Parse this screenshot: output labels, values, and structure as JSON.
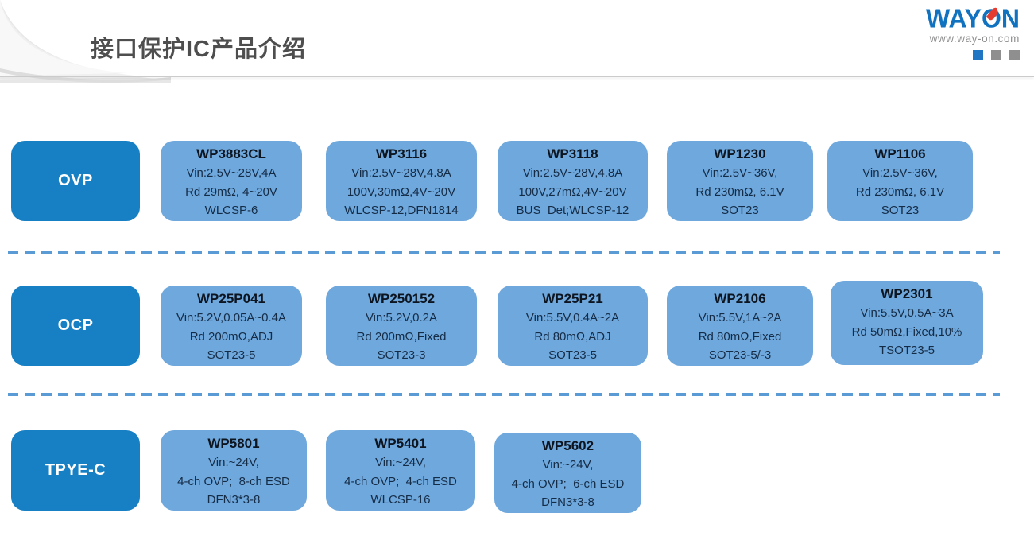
{
  "header": {
    "title": "接口保护IC产品介绍",
    "logo": {
      "name": "WAYON",
      "url": "www.way-on.com"
    }
  },
  "colors": {
    "category_button_blue": "#1780c4",
    "card_blue": "#6fa8dc",
    "dashed_line_blue": "#5b9bd5",
    "logo_blue": "#1173c0",
    "logo_red": "#e63c2f",
    "title_gray": "#4e4e4e"
  },
  "rows": [
    {
      "category": "OVP",
      "cards": [
        {
          "title": "WP3883CL",
          "lines": [
            "Vin:2.5V~28V,4A",
            "Rd 29mΩ, 4~20V",
            "WLCSP-6"
          ]
        },
        {
          "title": "WP3116",
          "lines": [
            "Vin:2.5V~28V,4.8A",
            "100V,30mΩ,4V~20V",
            "WLCSP-12,DFN1814"
          ]
        },
        {
          "title": "WP3118",
          "lines": [
            "Vin:2.5V~28V,4.8A",
            "100V,27mΩ,4V~20V",
            "BUS_Det;WLCSP-12"
          ]
        },
        {
          "title": "WP1230",
          "lines": [
            "Vin:2.5V~36V,",
            "Rd 230mΩ, 6.1V",
            "SOT23"
          ]
        },
        {
          "title": "WP1106",
          "lines": [
            "Vin:2.5V~36V,",
            "Rd 230mΩ, 6.1V",
            "SOT23"
          ]
        }
      ]
    },
    {
      "category": "OCP",
      "cards": [
        {
          "title": "WP25P041",
          "lines": [
            "Vin:5.2V,0.05A~0.4A",
            "Rd 200mΩ,ADJ",
            "SOT23-5"
          ]
        },
        {
          "title": "WP250152",
          "lines": [
            "Vin:5.2V,0.2A",
            "Rd 200mΩ,Fixed",
            "SOT23-3"
          ]
        },
        {
          "title": "WP25P21",
          "lines": [
            "Vin:5.5V,0.4A~2A",
            "Rd 80mΩ,ADJ",
            "SOT23-5"
          ]
        },
        {
          "title": "WP2106",
          "lines": [
            "Vin:5.5V,1A~2A",
            "Rd 80mΩ,Fixed",
            "SOT23-5/-3"
          ]
        },
        {
          "title": "WP2301",
          "lines": [
            "Vin:5.5V,0.5A~3A",
            "Rd 50mΩ,Fixed,10%",
            "TSOT23-5"
          ]
        }
      ]
    },
    {
      "category": "TPYE-C",
      "cards": [
        {
          "title": "WP5801",
          "lines": [
            "Vin:~24V,",
            "4-ch OVP;  8-ch ESD",
            "DFN3*3-8"
          ]
        },
        {
          "title": "WP5401",
          "lines": [
            "Vin:~24V,",
            "4-ch OVP;  4-ch ESD",
            "WLCSP-16"
          ]
        },
        {
          "title": "WP5602",
          "lines": [
            "Vin:~24V,",
            "4-ch OVP;  6-ch ESD",
            "DFN3*3-8"
          ]
        }
      ]
    }
  ]
}
